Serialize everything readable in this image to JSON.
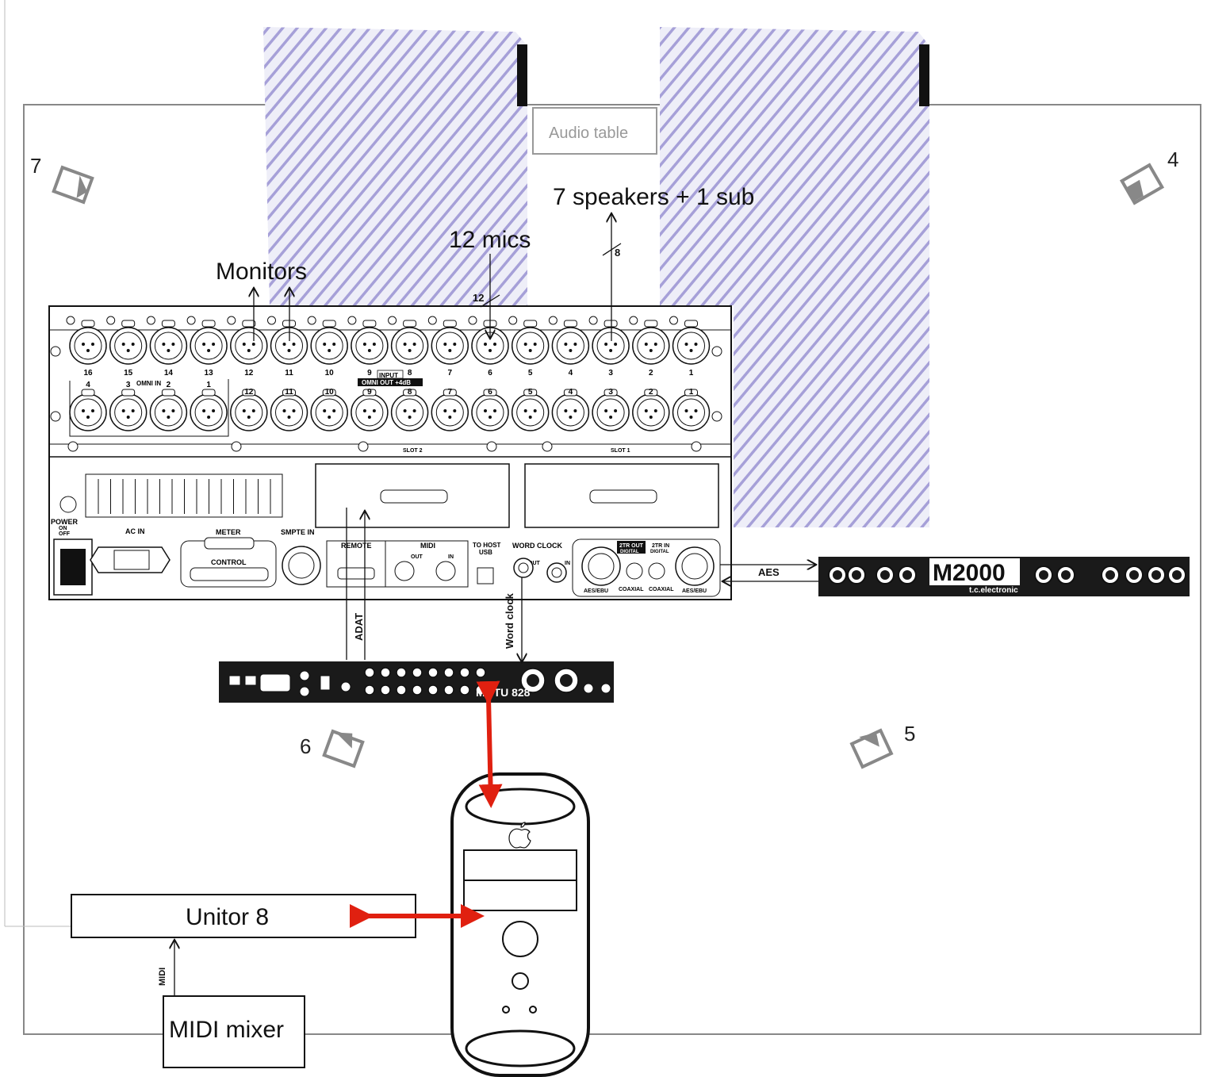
{
  "labels": {
    "audio_table": "Audio table",
    "speakers": "7 speakers + 1 sub",
    "mics": "12 mics",
    "monitors": "Monitors",
    "unitor": "Unitor 8",
    "midi_mixer": "MIDI mixer",
    "aes": "AES",
    "adat": "ADAT",
    "word_clock": "Word clock",
    "midi": "MIDI",
    "count_12": "12",
    "count_8": "8"
  },
  "positions": {
    "p7": "7",
    "p4": "4",
    "p6": "6",
    "p5": "5"
  },
  "mixer": {
    "input_numbers": [
      "16",
      "15",
      "14",
      "13",
      "12",
      "11",
      "10",
      "9",
      "8",
      "7",
      "6",
      "5",
      "4",
      "3",
      "2",
      "1"
    ],
    "omni_numbers": [
      "4",
      "3",
      "2",
      "1"
    ],
    "output_numbers": [
      "12",
      "11",
      "10",
      "9",
      "8",
      "7",
      "6",
      "5",
      "4",
      "3",
      "2",
      "1"
    ],
    "input_label": "INPUT",
    "omni_out_label": "OMNI OUT +4dB",
    "omni_in_label": "OMNI IN",
    "slot2": "SLOT 2",
    "slot1": "SLOT 1",
    "power": "POWER",
    "power_on": "ON",
    "power_off": "OFF",
    "ac_in": "AC IN",
    "meter": "METER",
    "control": "CONTROL",
    "smpte_in": "SMPTE IN",
    "remote": "REMOTE",
    "midi": "MIDI",
    "midi_out": "OUT",
    "midi_in": "IN",
    "to_host": "TO HOST",
    "usb": "USB",
    "word_clock": "WORD CLOCK",
    "wc_out": "OUT",
    "wc_in": "IN",
    "two_tr_out": "2TR OUT",
    "two_tr_in": "2TR IN",
    "digital": "DIGITAL",
    "aes_ebu": "AES/EBU",
    "coaxial": "COAXIAL"
  },
  "m2000": {
    "model": "M2000",
    "brand": "t.c.electronic"
  },
  "motu": {
    "model": "MOTU 828"
  },
  "colors": {
    "arrow_red": "#e02010",
    "hatch": "#8a7fc8",
    "room": "#888888"
  }
}
